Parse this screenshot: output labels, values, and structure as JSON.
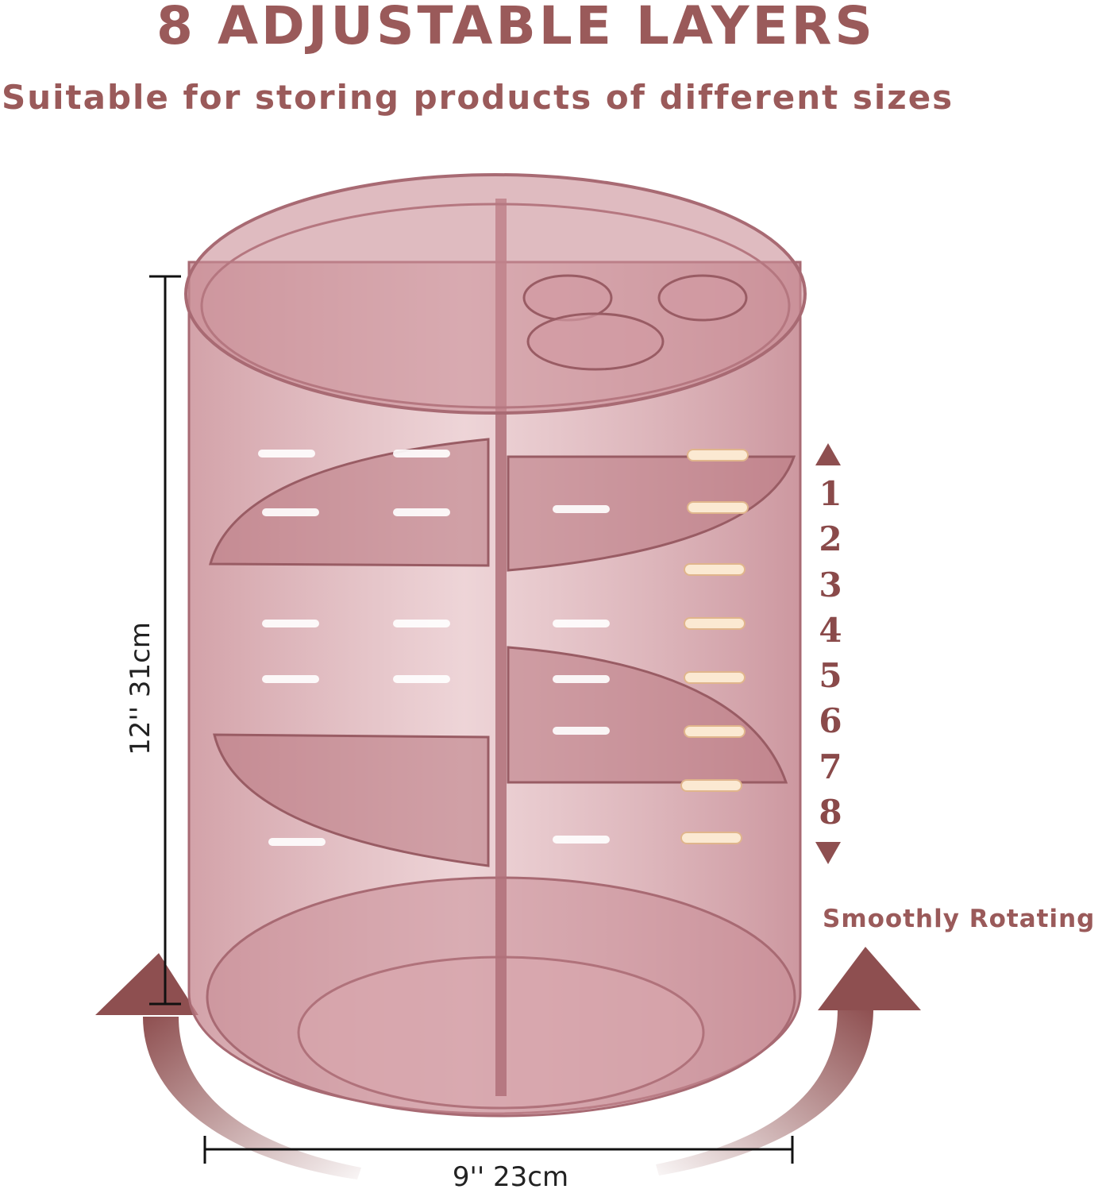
{
  "header": {
    "title": "8 ADJUSTABLE LAYERS",
    "subtitle": "Suitable for storing products of different sizes"
  },
  "dimensions": {
    "height_label": "12'' 31cm",
    "width_label": "9'' 23cm"
  },
  "layer_scale": {
    "numbers": [
      "1",
      "2",
      "3",
      "4",
      "5",
      "6",
      "7",
      "8"
    ]
  },
  "rotation": {
    "label": "Smoothly Rotating"
  },
  "colors": {
    "brand_text": "#9a5a5a",
    "organizer_pink": "#c78b93",
    "arrow": "#8e4f50"
  }
}
